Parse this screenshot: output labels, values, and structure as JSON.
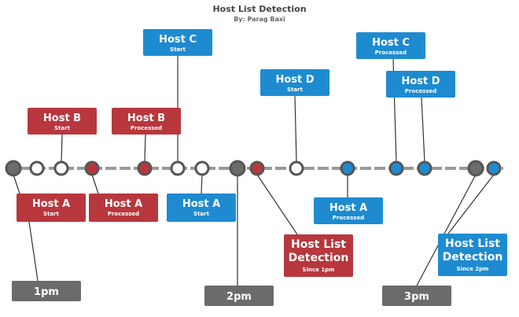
{
  "title": "Host List Detection",
  "subtitle": "By: Parag Baxi",
  "colors": {
    "red": "#b8373d",
    "blue": "#1e8bd0",
    "gray": "#6b6b6b",
    "line": "#999999",
    "node_ring": "#555555"
  },
  "events": [
    {
      "label": "Host A",
      "status": "Start",
      "color": "red"
    },
    {
      "label": "Host B",
      "status": "Start",
      "color": "red"
    },
    {
      "label": "Host A",
      "status": "Processed",
      "color": "red"
    },
    {
      "label": "Host B",
      "status": "Processed",
      "color": "red"
    },
    {
      "label": "Host C",
      "status": "Start",
      "color": "blue"
    },
    {
      "label": "Host A",
      "status": "Start",
      "color": "blue"
    },
    {
      "label": "Host List Detection",
      "status": "Since 1pm",
      "color": "red"
    },
    {
      "label": "Host D",
      "status": "Start",
      "color": "blue"
    },
    {
      "label": "Host A",
      "status": "Processed",
      "color": "blue"
    },
    {
      "label": "Host C",
      "status": "Processed",
      "color": "blue"
    },
    {
      "label": "Host D",
      "status": "Processed",
      "color": "blue"
    },
    {
      "label": "Host List Detection",
      "status": "Since 2pm",
      "color": "blue"
    }
  ],
  "time_markers": [
    "1pm",
    "2pm",
    "3pm"
  ]
}
